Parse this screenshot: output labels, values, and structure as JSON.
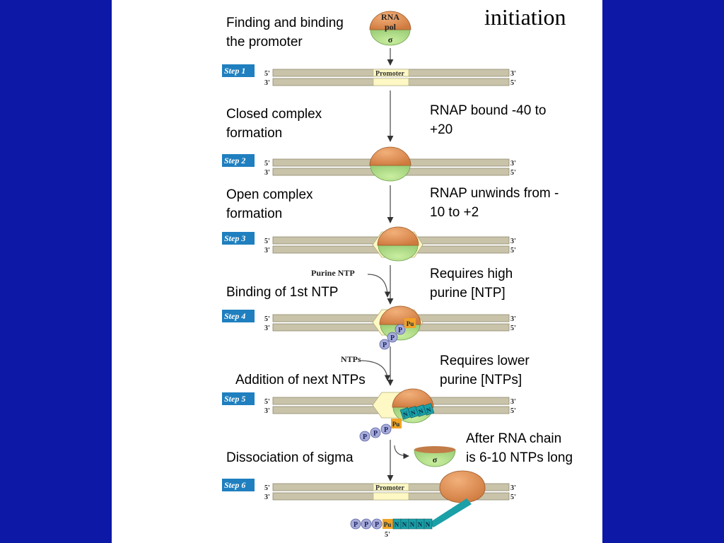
{
  "title": "initiation",
  "labels": {
    "finding": [
      "Finding and binding",
      "the promoter"
    ],
    "closed": [
      "Closed complex",
      "formation"
    ],
    "open": [
      "Open complex",
      "formation"
    ],
    "binding": [
      "Binding of 1st NTP"
    ],
    "addition": [
      "Addition of next NTPs"
    ],
    "dissociation": [
      "Dissociation of sigma"
    ],
    "rnap_bound": [
      "RNAP bound -40 to",
      "+20"
    ],
    "rnap_unwinds": [
      "RNAP unwinds from -",
      "10 to +2"
    ],
    "high_purine": [
      "Requires high",
      "purine [NTP]"
    ],
    "lower_purine": [
      "Requires lower",
      "purine [NTPs]"
    ],
    "after_chain": [
      "After RNA chain",
      "is 6-10 NTPs long"
    ]
  },
  "figure": {
    "rna_pol": [
      "RNA",
      "pol"
    ],
    "sigma": "σ",
    "steps": [
      "Step 1",
      "Step 2",
      "Step 3",
      "Step 4",
      "Step 5",
      "Step 6"
    ],
    "five_prime": "5'",
    "three_prime": "3'",
    "promoter": "Promoter",
    "purine_ntp": "Purine NTP",
    "ntps": "NTPs",
    "p": "P",
    "pu": "Pu",
    "n": "N"
  },
  "colors": {
    "background": "#0d19a6",
    "dna": "#c9c3aa",
    "promoter": "#fdf8c4",
    "rnap": "#cf7a3e",
    "sigma": "#9fd07a",
    "step_tag": "#1f7fbf",
    "rna_chain": "#1ba0a8",
    "phosphate": "#a6acd8"
  }
}
